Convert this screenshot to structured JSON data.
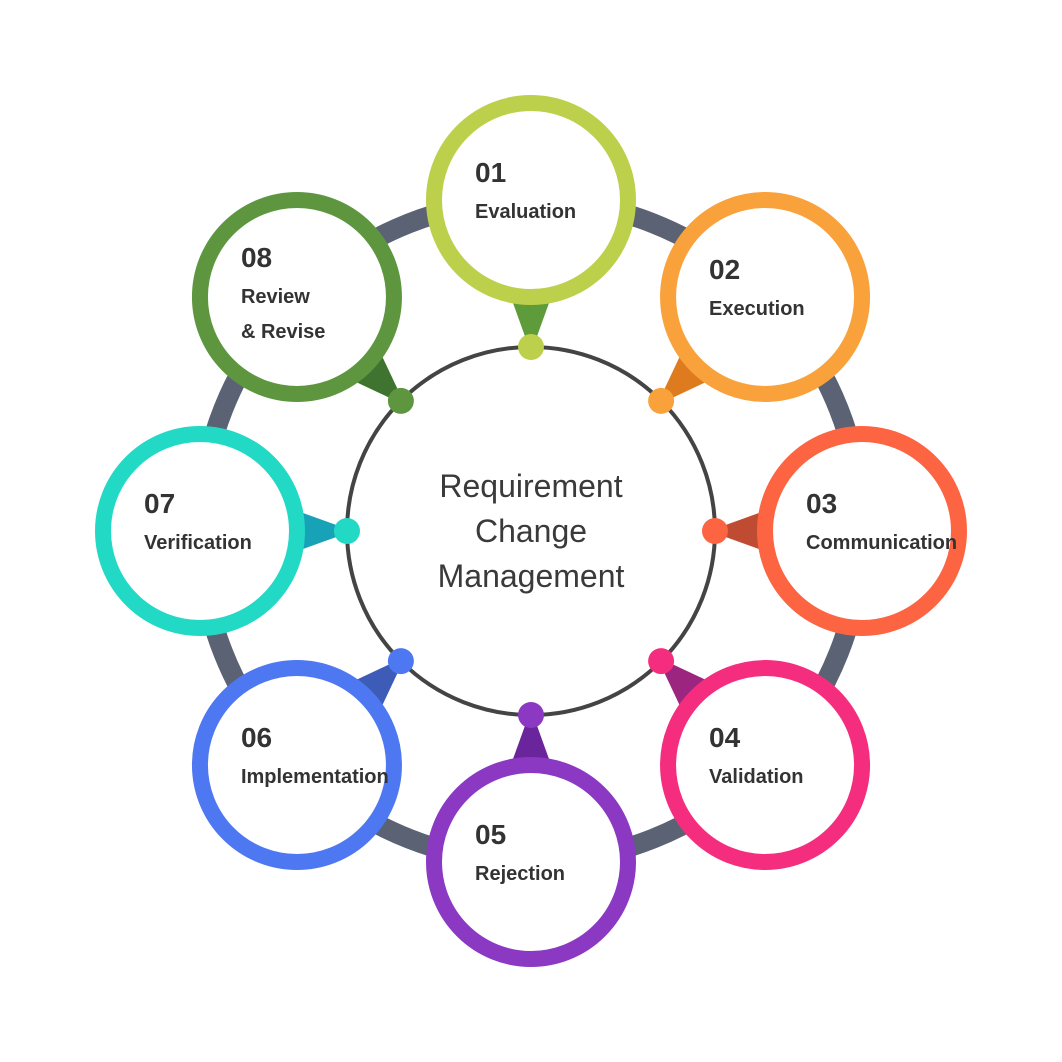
{
  "center": {
    "lines": [
      "Requirement",
      "Change",
      "Management"
    ]
  },
  "steps": [
    {
      "number": "01",
      "label_lines": [
        "Evaluation"
      ],
      "color": "#bdd04b",
      "dark_color": "#5e9b3a"
    },
    {
      "number": "02",
      "label_lines": [
        "Execution"
      ],
      "color": "#f9a23c",
      "dark_color": "#de7b1e"
    },
    {
      "number": "03",
      "label_lines": [
        "Communication"
      ],
      "color": "#fc6442",
      "dark_color": "#c04b33"
    },
    {
      "number": "04",
      "label_lines": [
        "Validation"
      ],
      "color": "#f52d7e",
      "dark_color": "#9c2580"
    },
    {
      "number": "05",
      "label_lines": [
        "Rejection"
      ],
      "color": "#8b38c2",
      "dark_color": "#6a259c"
    },
    {
      "number": "06",
      "label_lines": [
        "Implementation"
      ],
      "color": "#4d78f2",
      "dark_color": "#3d5cb8"
    },
    {
      "number": "07",
      "label_lines": [
        "Verification"
      ],
      "color": "#22d9c5",
      "dark_color": "#17a2b8"
    },
    {
      "number": "08",
      "label_lines": [
        "Review",
        "& Revise"
      ],
      "color": "#5e9640",
      "dark_color": "#3f7330"
    }
  ],
  "colors": {
    "ring": "#5b6274",
    "inner_circle": "#444444"
  }
}
